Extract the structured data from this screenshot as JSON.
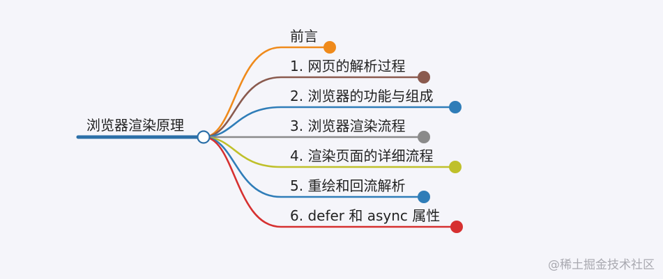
{
  "root": {
    "label": "浏览器渲染原理",
    "color": "#2b6fa8"
  },
  "branches": [
    {
      "label": "前言",
      "color": "#ef8a1b"
    },
    {
      "label": "1. 网页的解析过程",
      "color": "#8a5a4e"
    },
    {
      "label": "2. 浏览器的功能与组成",
      "color": "#2f7db8"
    },
    {
      "label": "3. 浏览器渲染流程",
      "color": "#8a8a8a"
    },
    {
      "label": "4. 渲染页面的详细流程",
      "color": "#bfc02a"
    },
    {
      "label": "5. 重绘和回流解析",
      "color": "#2f7db8"
    },
    {
      "label": "6. defer 和 async 属性",
      "color": "#d63030"
    }
  ],
  "watermark": "@稀土掘金技术社区"
}
